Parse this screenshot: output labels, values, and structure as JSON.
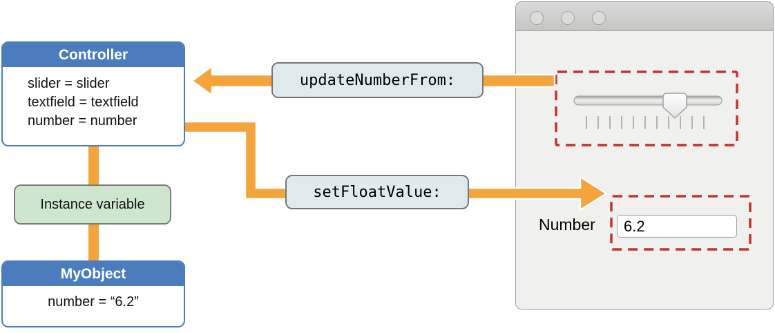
{
  "colors": {
    "accent_orange": "#F4A43C",
    "box_blue": "#4B7CBE",
    "label_bg": "#E0EAEC",
    "instance_green": "#CFE6CE",
    "highlight_red": "#C2322E"
  },
  "diagram": {
    "controller": {
      "title": "Controller",
      "lines": [
        "slider = slider",
        "textfield = textfield",
        "number = number"
      ]
    },
    "instance_variable_label": "Instance variable",
    "my_object": {
      "title": "MyObject",
      "line": "number = “6.2”"
    },
    "message_update": "updateNumberFrom:",
    "message_set": "setFloatValue:"
  },
  "window": {
    "controls": [
      "close",
      "minimize",
      "zoom"
    ],
    "number_label": "Number",
    "number_field_value": "6.2",
    "slider": {
      "tick_count": 11,
      "thumb_position_pct": 68
    }
  }
}
